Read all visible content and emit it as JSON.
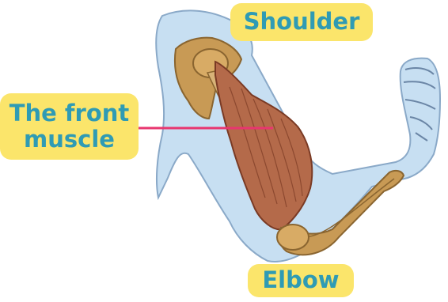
{
  "labels": {
    "shoulder": "Shoulder",
    "front_muscle": "The front\nmuscle",
    "elbow": "Elbow"
  },
  "colors": {
    "label_fill": "#fbe56b",
    "label_text": "#2f9bb4",
    "pointer": "#e8366f",
    "skin": "#c7dff2",
    "skin_outline": "#8aa9c8",
    "bone": "#c89a55",
    "muscle": "#b46a4a"
  }
}
